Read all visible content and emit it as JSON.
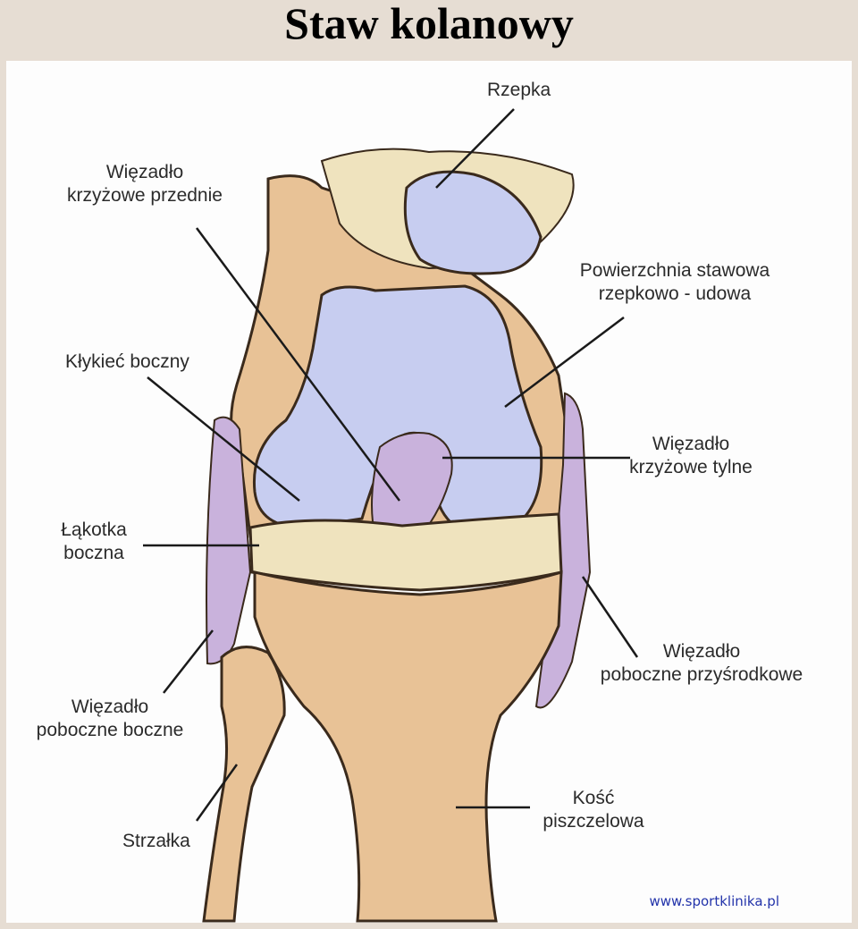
{
  "title": "Staw kolanowy",
  "labels": {
    "rzepka": "Rzepka",
    "acl_1": "Więzadło",
    "acl_2": "krzyżowe przednie",
    "surface_1": "Powierzchnia stawowa",
    "surface_2": "rzepkowo - udowa",
    "condyle": "Kłykieć boczny",
    "pcl_1": "Więzadło",
    "pcl_2": "krzyżowe tylne",
    "meniscus_1": "Łąkotka",
    "meniscus_2": "boczna",
    "mcl_1": "Więzadło",
    "mcl_2": "poboczne przyśrodkowe",
    "lcl_1": "Więzadło",
    "lcl_2": "poboczne boczne",
    "tibia_1": "Kość",
    "tibia_2": "piszczelowa",
    "fibula": "Strzałka"
  },
  "watermark": "www.sportklinika.pl",
  "colors": {
    "bone": "#e8c296",
    "cartilage": "#c7cdf0",
    "ligament": "#c9b2dc",
    "meniscus": "#efe3be",
    "outline": "#3a2a1c"
  }
}
